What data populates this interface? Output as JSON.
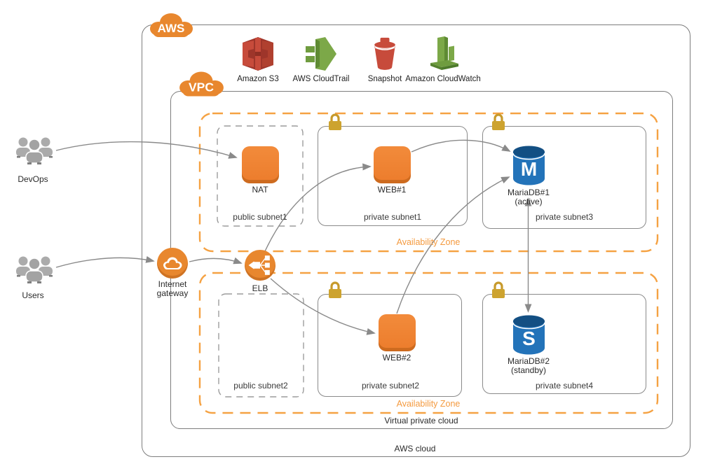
{
  "badges": {
    "aws": "AWS",
    "vpc": "VPC"
  },
  "services": [
    {
      "name": "amazon-s3",
      "label": "Amazon S3"
    },
    {
      "name": "aws-cloudtrail",
      "label": "AWS CloudTrail"
    },
    {
      "name": "snapshot",
      "label": "Snapshot"
    },
    {
      "name": "amazon-cloudwatch",
      "label": "Amazon CloudWatch"
    }
  ],
  "actors": {
    "devops": {
      "label": "DevOps"
    },
    "users": {
      "label": "Users"
    }
  },
  "nodes": {
    "internet_gateway": {
      "label_line1": "Internet",
      "label_line2": "gateway"
    },
    "elb": {
      "label": "ELB"
    },
    "nat": {
      "label": "NAT"
    },
    "web1": {
      "label": "WEB#1"
    },
    "web2": {
      "label": "WEB#2"
    },
    "mariadb1": {
      "label": "MariaDB#1",
      "state": "(active)",
      "letter": "M"
    },
    "mariadb2": {
      "label": "MariaDB#2",
      "state": "(standby)",
      "letter": "S"
    }
  },
  "containers": {
    "aws_cloud": {
      "label": "AWS cloud"
    },
    "vpc": {
      "label": "Virtual private cloud"
    },
    "az1": {
      "label": "Availability Zone"
    },
    "az2": {
      "label": "Availability Zone"
    },
    "public_subnet1": {
      "label": "public subnet1"
    },
    "private_subnet1": {
      "label": "private subnet1"
    },
    "private_subnet3": {
      "label": "private subnet3"
    },
    "public_subnet2": {
      "label": "public subnet2"
    },
    "private_subnet2": {
      "label": "private subnet2"
    },
    "private_subnet4": {
      "label": "private subnet4"
    }
  },
  "colors": {
    "aws_orange": "#E8872E",
    "node_orange": "#F08236",
    "az_dash_orange": "#F5A243",
    "db_blue": "#2373B9",
    "db_top_blue": "#134F83",
    "lock_gold": "#CDA32F",
    "red_icon": "#C74B3B",
    "green_icon": "#7CA848",
    "gray_border": "#7D7D7D",
    "arrow_gray": "#8A8A8A"
  }
}
